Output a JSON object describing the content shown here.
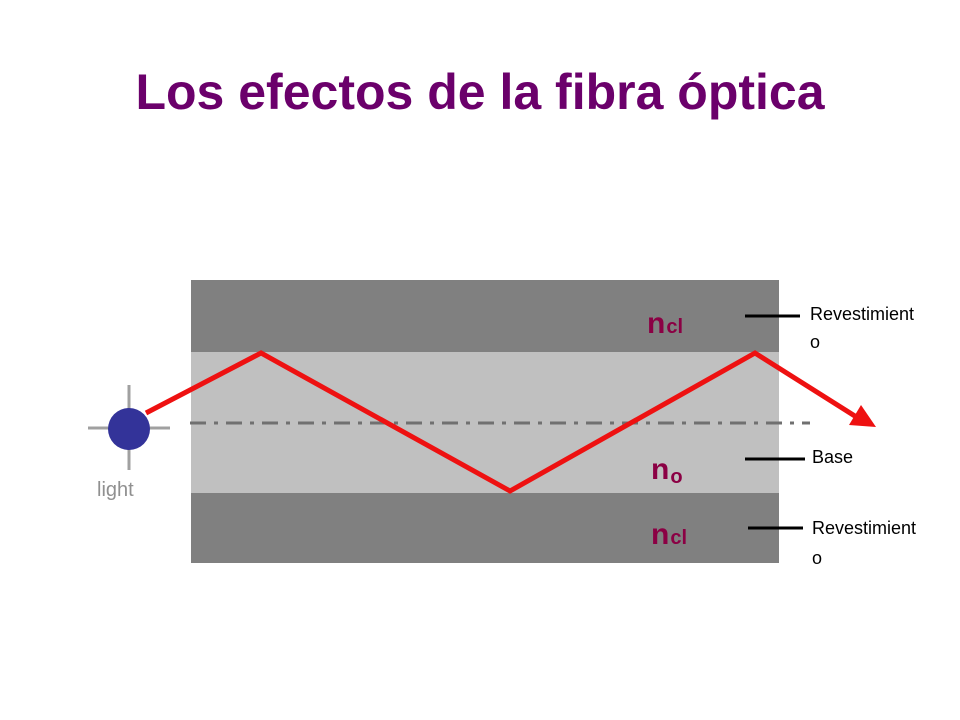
{
  "title": "Los efectos de la fibra óptica",
  "colors": {
    "title": "#6b006b",
    "cladding": "#808080",
    "core": "#c0c0c0",
    "ray": "#ee1111",
    "index_label": "#8b0044",
    "source": "#333399",
    "axis": "#707070"
  },
  "diagram": {
    "cladding_top_label": {
      "n": "n",
      "sub": "cl"
    },
    "core_label": {
      "n": "n",
      "sub": "o"
    },
    "cladding_bottom_label": {
      "n": "n",
      "sub": "cl"
    },
    "side_labels": {
      "top": [
        "Revestimient",
        "o"
      ],
      "middle": [
        "Base"
      ],
      "bottom": [
        "Revestimient",
        "o"
      ]
    },
    "source_label": "light",
    "source_icon": "light-source-circle-icon",
    "arrow_icon": "arrowhead-icon"
  }
}
